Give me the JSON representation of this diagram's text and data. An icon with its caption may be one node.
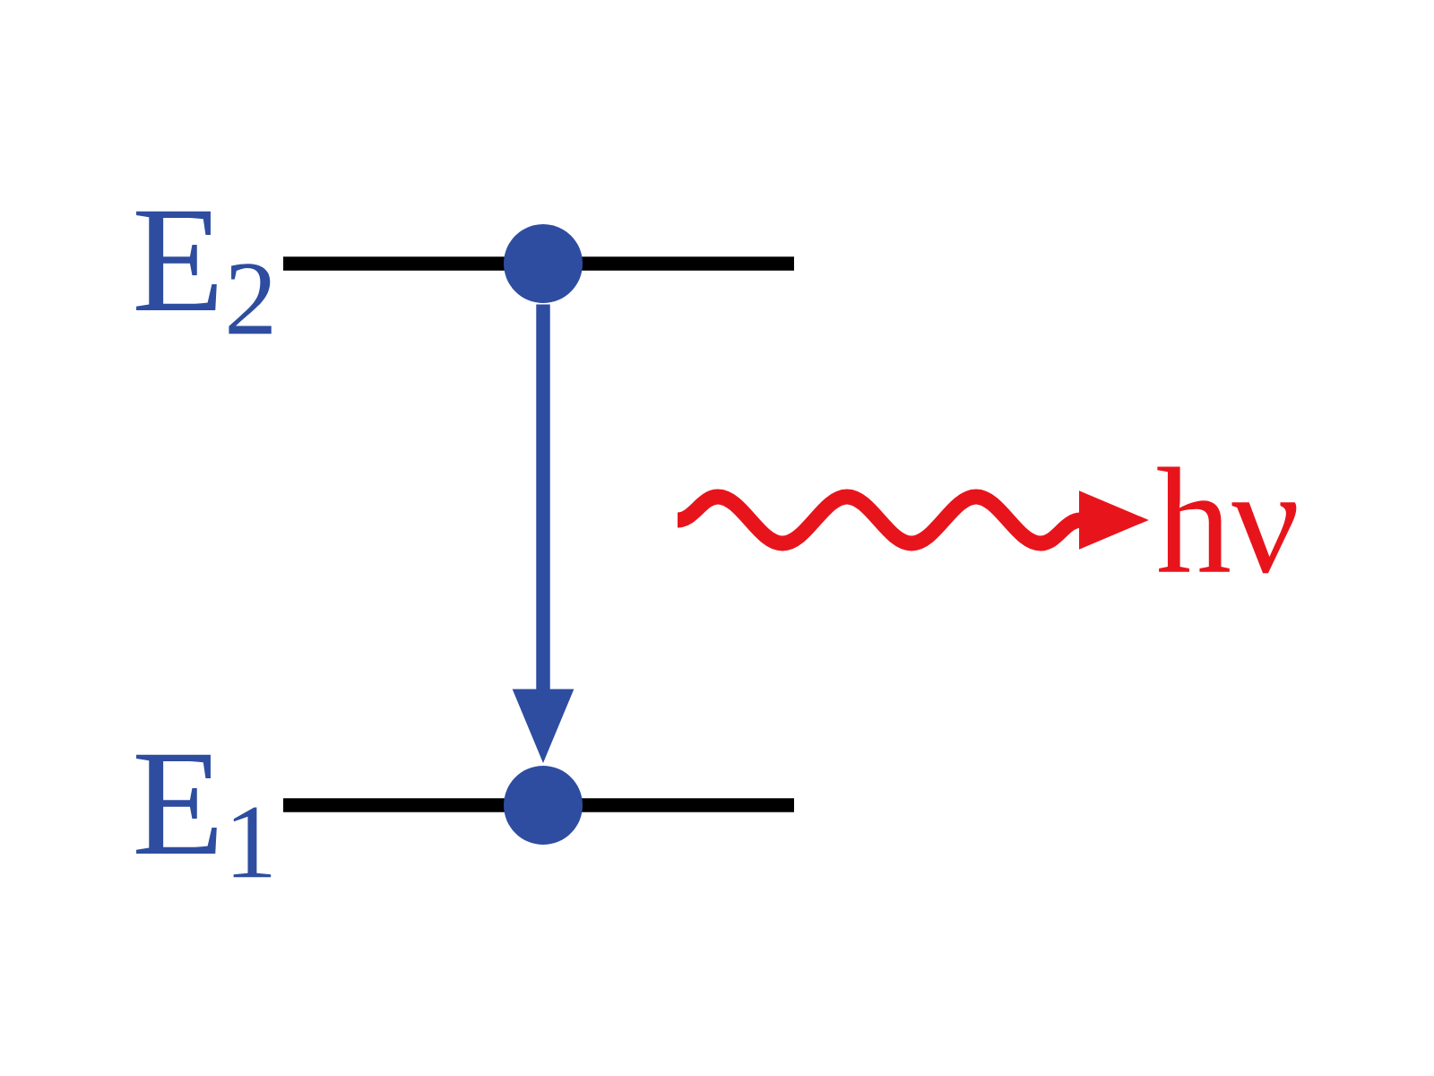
{
  "diagram": {
    "nodes": [
      {
        "text": [],
        "shape": "circle"
      },
      {
        "text": [],
        "shape": "circle"
      }
    ],
    "edges": [
      {
        "from": 0,
        "to": 1,
        "arrow": "to"
      }
    ],
    "labels": [
      "E$_{2}$",
      "E$_{1}$",
      "hν"
    ]
  }
}
